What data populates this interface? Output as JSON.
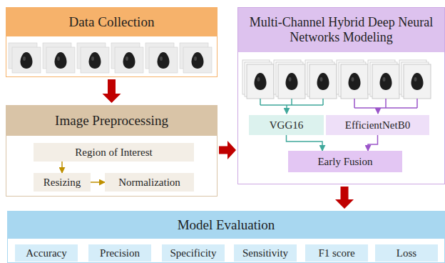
{
  "diagram": {
    "nodes": [
      {
        "text": [
          "Data Collection"
        ]
      },
      {
        "text": [
          "Image Preprocessing"
        ]
      },
      {
        "text": [
          "Region of Interest"
        ],
        "in": 1
      },
      {
        "text": [
          "Resizing"
        ],
        "in": 1
      },
      {
        "text": [
          "Normalization"
        ],
        "in": 1
      },
      {
        "text": [
          "Multi-Channel Hybrid Deep Neural Networks Modeling"
        ]
      },
      {
        "text": [
          "VGG16"
        ],
        "in": 5
      },
      {
        "text": [
          "EfficientNetB0"
        ],
        "in": 5
      },
      {
        "text": [
          "Early Fusion"
        ],
        "in": 5
      },
      {
        "text": [
          "Model Evaluation"
        ]
      },
      {
        "text": [
          "Accuracy"
        ],
        "in": 9
      },
      {
        "text": [
          "Precision"
        ],
        "in": 9
      },
      {
        "text": [
          "Specificity"
        ],
        "in": 9
      },
      {
        "text": [
          "Sensitivity"
        ],
        "in": 9
      },
      {
        "text": [
          "F1 score"
        ],
        "in": 9
      },
      {
        "text": [
          "Loss"
        ],
        "in": 9
      }
    ],
    "edges": [
      {
        "from": 0,
        "to": 1,
        "arrow": "to"
      },
      {
        "from": 1,
        "to": 5,
        "arrow": "to"
      },
      {
        "from": 5,
        "to": 9,
        "arrow": "to"
      },
      {
        "from": 2,
        "to": 3,
        "arrow": "to"
      },
      {
        "from": 3,
        "to": 4,
        "arrow": "to"
      },
      {
        "from": 6,
        "to": 8,
        "arrow": "to"
      },
      {
        "from": 7,
        "to": 8,
        "arrow": "to"
      }
    ]
  }
}
